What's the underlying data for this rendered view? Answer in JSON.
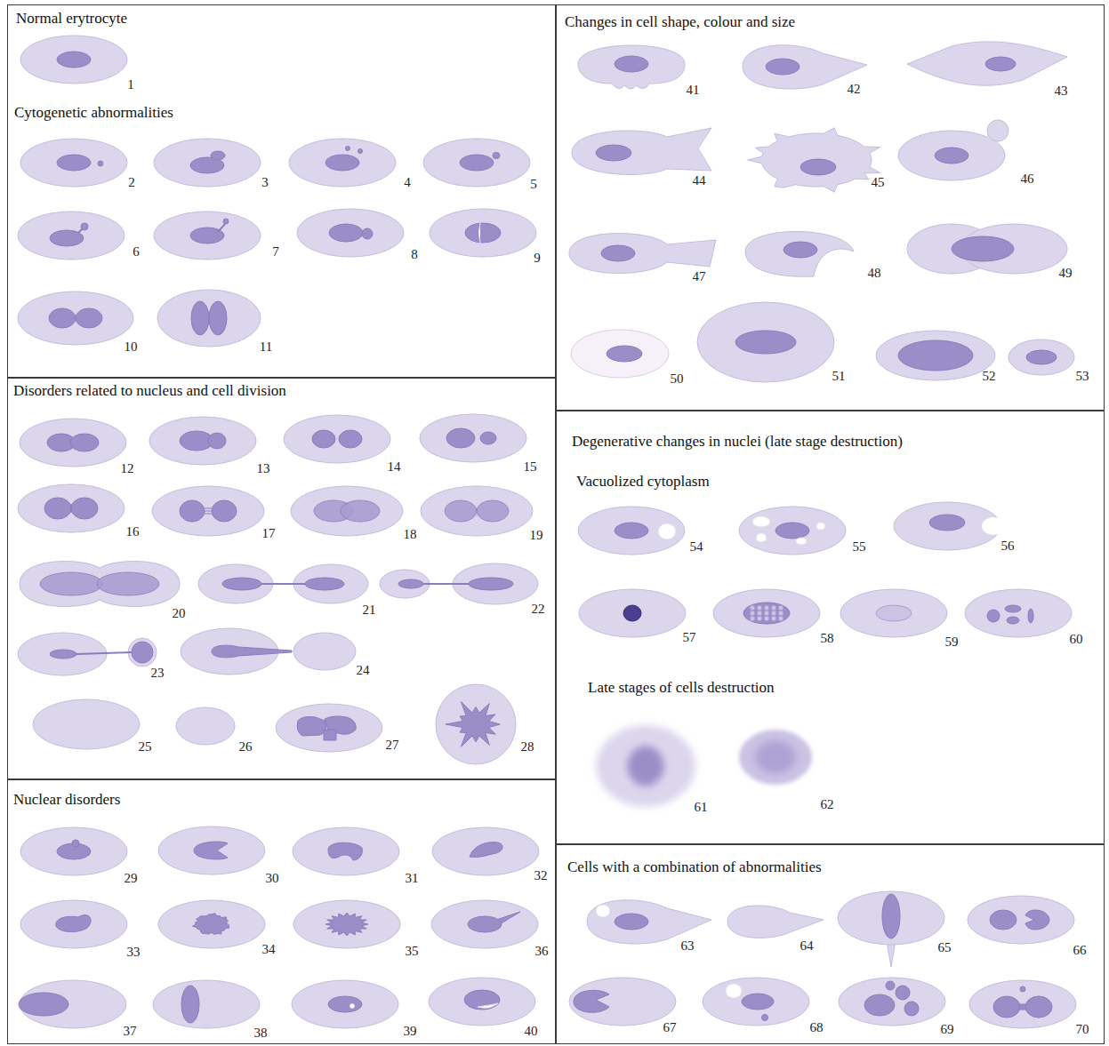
{
  "diagram": {
    "nodes": [
      {
        "text": [
          "Normal erytrocyte",
          "Cytogenetic abnormalities"
        ]
      },
      {
        "text": [
          "Disorders related to nucleus and cell division"
        ]
      },
      {
        "text": [
          "Nuclear disorders"
        ]
      },
      {
        "text": [
          "Changes in cell shape, colour and size"
        ]
      },
      {
        "text": [
          "Degenerative changes in nuclei (late stage destruction)",
          "Vacuolized cytoplasm",
          "Late stages of cells destruction"
        ]
      },
      {
        "text": [
          "Cells with a combination of abnormalities"
        ]
      }
    ],
    "labels": [
      "1",
      "2",
      "3",
      "4",
      "5",
      "6",
      "7",
      "8",
      "9",
      "10",
      "11",
      "12",
      "13",
      "14",
      "15",
      "16",
      "17",
      "18",
      "19",
      "20",
      "21",
      "22",
      "23",
      "24",
      "25",
      "26",
      "27",
      "28",
      "29",
      "30",
      "31",
      "32",
      "33",
      "34",
      "35",
      "36",
      "37",
      "38",
      "39",
      "40",
      "41",
      "42",
      "43",
      "44",
      "45",
      "46",
      "47",
      "48",
      "49",
      "50",
      "51",
      "52",
      "53",
      "54",
      "55",
      "56",
      "57",
      "58",
      "59",
      "60",
      "61",
      "62",
      "63",
      "64",
      "65",
      "66",
      "67",
      "68",
      "69",
      "70"
    ]
  }
}
